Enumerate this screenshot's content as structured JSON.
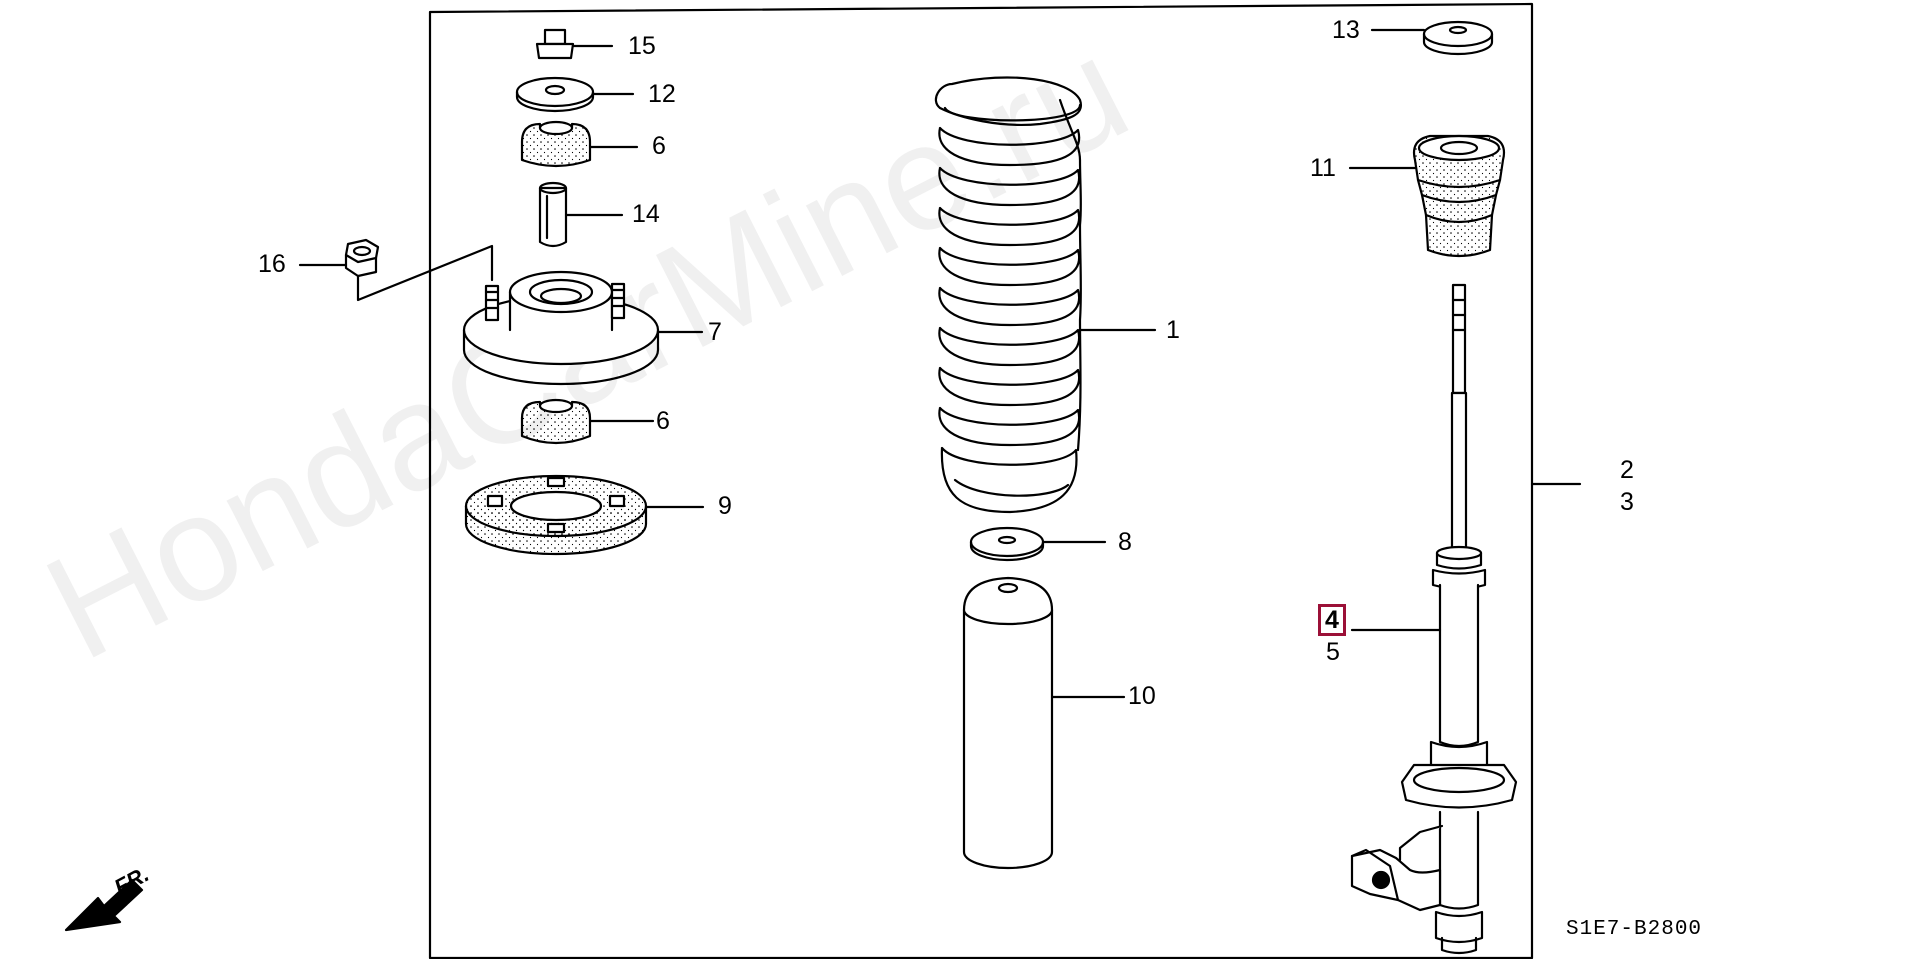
{
  "watermark": "HondaCarMine.ru",
  "diagram_code": "S1E7-B2800",
  "front_marker": "FR.",
  "callouts": {
    "p15": "15",
    "p12": "12",
    "p6a": "6",
    "p14": "14",
    "p16": "16",
    "p7": "7",
    "p6b": "6",
    "p9": "9",
    "p1": "1",
    "p8": "8",
    "p10": "10",
    "p13": "13",
    "p11": "11",
    "p2": "2",
    "p3": "3",
    "p4": "4",
    "p5": "5"
  },
  "colors": {
    "line": "#000000",
    "highlight": "#9b1037",
    "paper": "#ffffff"
  }
}
